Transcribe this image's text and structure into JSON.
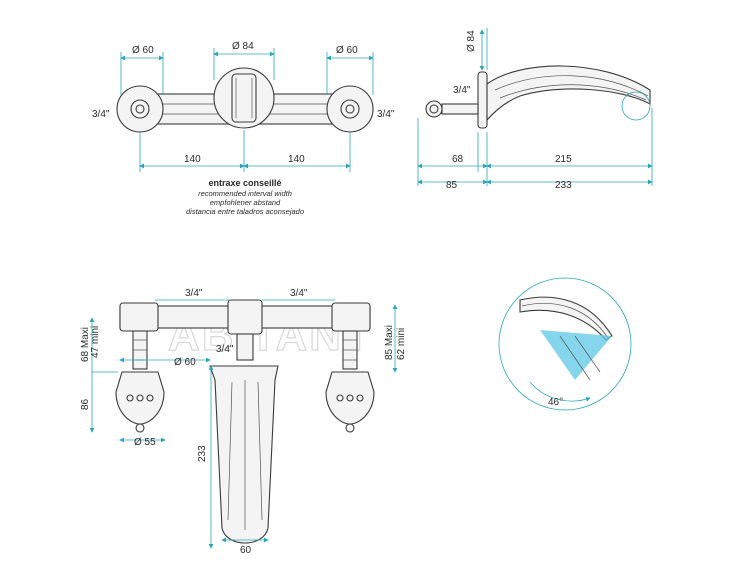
{
  "views": {
    "top": {
      "dia_left": "Ø 60",
      "dia_center": "Ø 84",
      "dia_right": "Ø 60",
      "thread_left": "3/4\"",
      "thread_right": "3/4\"",
      "spacing_left": "140",
      "spacing_right": "140"
    },
    "caption": {
      "fr": "entraxe conseillé",
      "en": "recommended interval width",
      "de": "empfohlener abstand",
      "es": "distancia entre taladros aconsejado"
    },
    "side": {
      "dia": "Ø 84",
      "thread": "3/4\"",
      "d68": "68",
      "d215": "215",
      "d85": "85",
      "d233": "233"
    },
    "front": {
      "thread_top_left": "3/4\"",
      "thread_top_right": "3/4\"",
      "thread_center": "3/4\"",
      "dia60": "Ø 60",
      "dia55": "Ø 55",
      "left_max": "68 Maxi",
      "left_min": "47 mini",
      "left_86": "86",
      "right_max": "85 Maxi",
      "right_min": "62 mini",
      "spout_length": "233",
      "spout_width": "60"
    },
    "detail": {
      "angle": "46°"
    },
    "watermark": "ABITANT"
  }
}
